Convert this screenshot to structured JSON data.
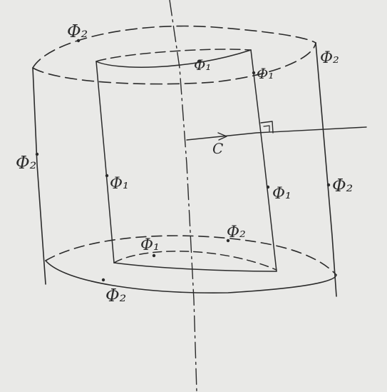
{
  "labels": {
    "outer_top_back": "Φ₂",
    "outer_top_right": "Φ₂",
    "outer_left": "Φ₂",
    "outer_right": "Φ₂",
    "outer_bottom": "Φ₂",
    "base_inner": "Φ₂",
    "inner_top_mid": "Φ₁",
    "inner_top_right": "Φ₁",
    "inner_left": "Φ₁",
    "inner_right": "Φ₁",
    "inner_bottom": "Φ₁",
    "axis_c": "C"
  },
  "colors": {
    "background": "#e9e9e7",
    "ink": "#2b2b2b"
  }
}
